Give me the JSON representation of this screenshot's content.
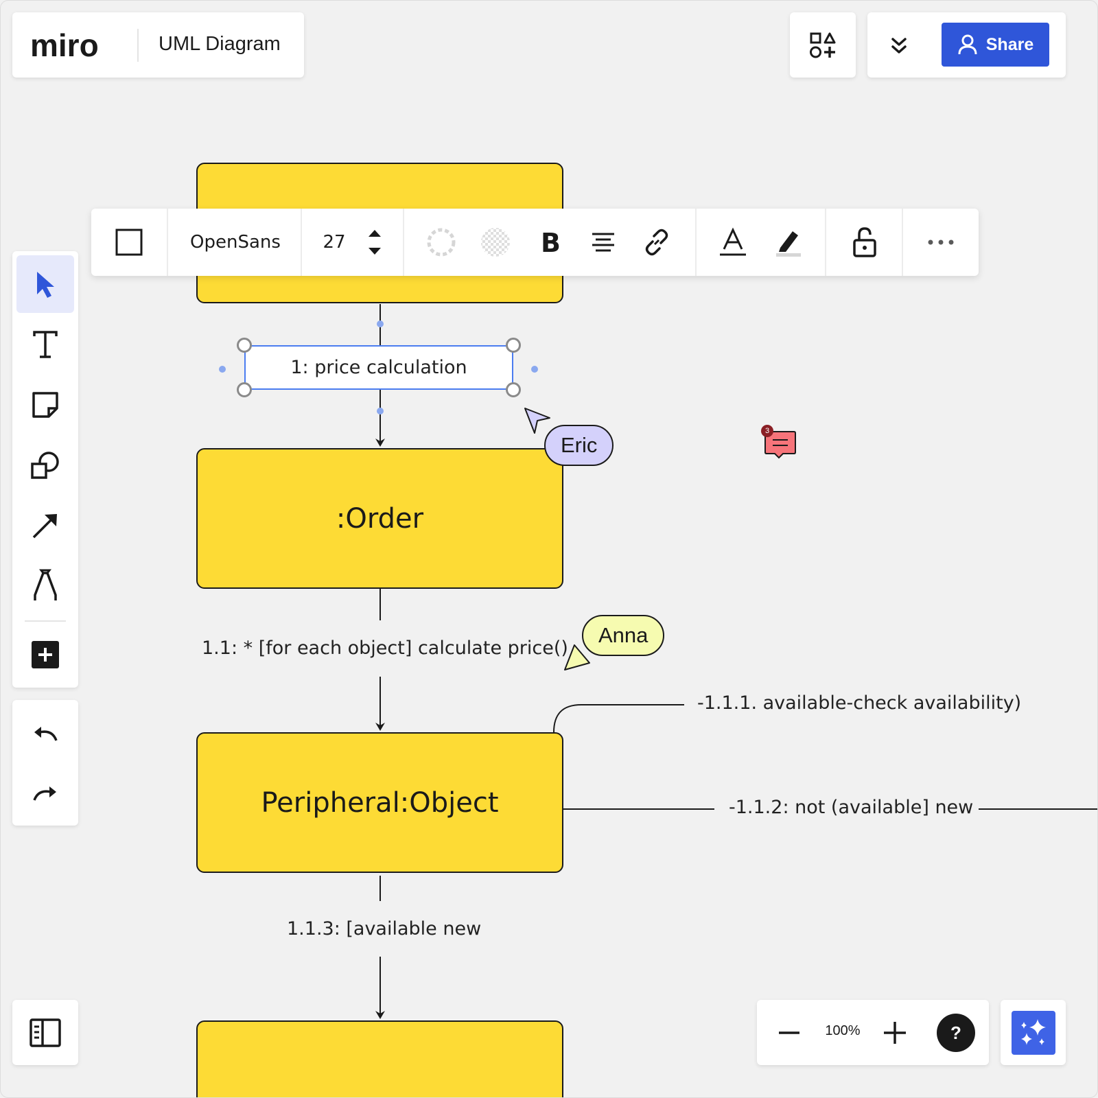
{
  "app": {
    "logo_text": "miro",
    "board_name": "UML Diagram"
  },
  "header": {
    "share_label": "Share"
  },
  "format_toolbar": {
    "font_name": "OpenSans",
    "font_size": "27"
  },
  "diagram": {
    "top_node": "",
    "message_1": "1: price calculation",
    "order_node": ":Order",
    "message_1_1": "1.1: * [for each object] calculate price()",
    "peripheral_node": "Peripheral:Object",
    "message_1_1_1": "-1.1.1. available-check availability)",
    "message_1_1_2": "-1.1.2: not (available] new",
    "message_1_1_3": "1.1.3: [available new",
    "bottom_node": ""
  },
  "collaborators": [
    {
      "name": "Eric",
      "color": "#d4d1fb"
    },
    {
      "name": "Anna",
      "color": "#f6fbb0"
    }
  ],
  "comment": {
    "count": "3",
    "color": "#f6747a"
  },
  "zoom": {
    "value": "100%",
    "help": "?"
  },
  "colors": {
    "accent": "#2f56d9",
    "sticky": "#fddb35",
    "selection": "#4a7cf0"
  }
}
